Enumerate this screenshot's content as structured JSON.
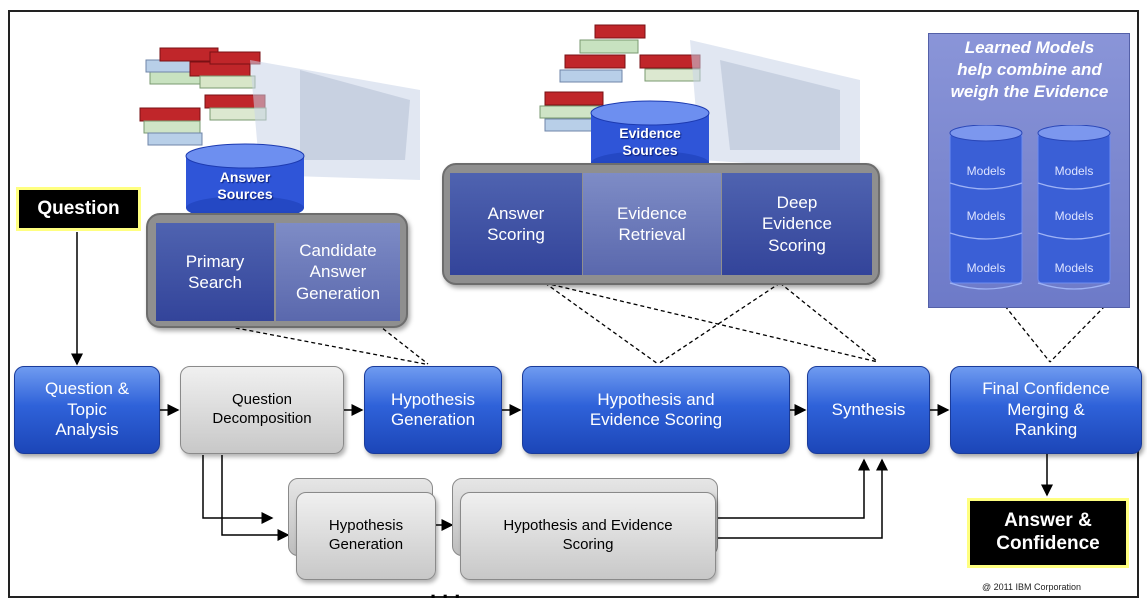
{
  "question": "Question",
  "answer_sources": "Answer\nSources",
  "evidence_sources": "Evidence\nSources",
  "primary_search": "Primary\nSearch",
  "candidate_answer_generation": "Candidate\nAnswer\nGeneration",
  "answer_scoring": "Answer\nScoring",
  "evidence_retrieval": "Evidence\nRetrieval",
  "deep_evidence_scoring": "Deep\nEvidence\nScoring",
  "learned_models": "Learned Models\nhelp combine and\nweigh the Evidence",
  "models": [
    "Models",
    "Models",
    "Models",
    "Models",
    "Models",
    "Models"
  ],
  "pipeline": {
    "question_topic_analysis": "Question &\nTopic\nAnalysis",
    "question_decomposition": "Question\nDecomposition",
    "hypothesis_generation": "Hypothesis\nGeneration",
    "hypothesis_evidence_scoring": "Hypothesis and\nEvidence  Scoring",
    "synthesis": "Synthesis",
    "final_confidence": "Final Confidence\nMerging &\nRanking"
  },
  "parallel": {
    "hypothesis_generation": "Hypothesis\nGeneration",
    "hypothesis_evidence_scoring": "Hypothesis and Evidence\nScoring"
  },
  "ellipsis": "...",
  "answer_confidence": "Answer &\nConfidence",
  "copyright": "@ 2011 IBM Corporation"
}
